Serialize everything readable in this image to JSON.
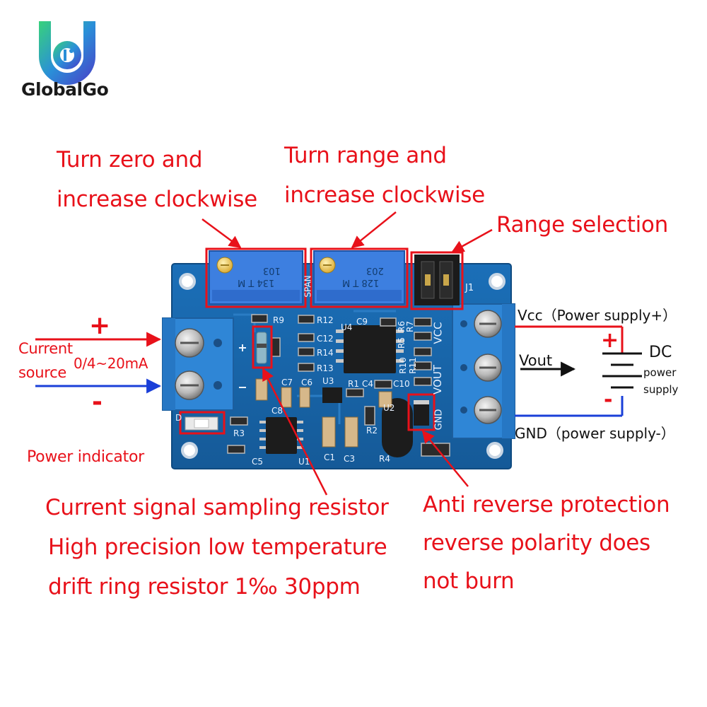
{
  "brand": {
    "name": "GlobalGo"
  },
  "callouts": {
    "zero_line1": "Turn zero and",
    "zero_line2": "increase clockwise",
    "range_line1": "Turn range and",
    "range_line2": "increase clockwise",
    "range_selection": "Range selection",
    "plus_sign": "+",
    "minus_sign": "-",
    "current_source_line1": "Current",
    "current_source_line2": "source",
    "current_range": "0/4~20mA",
    "power_indicator": "Power indicator",
    "vcc": "Vcc（Power supply+）",
    "vout": "Vout",
    "gnd": "GND（power supply-）",
    "dc": "DC",
    "dc_power": "power",
    "dc_supply": "supply",
    "sampling_line1": "Current signal sampling resistor",
    "sampling_line2": "High precision low temperature",
    "sampling_line3": "drift ring resistor 1‰ 30ppm",
    "anti_line1": "Anti reverse protection",
    "anti_line2": "reverse polarity does",
    "anti_line3": "not burn"
  },
  "pcb": {
    "pot1_marking_1": "103",
    "pot1_marking_2": "134 T M",
    "pot2_marking_1": "203",
    "pot2_marking_2": "128 T M",
    "span": "SPAN",
    "j1": "J1",
    "vcc": "VCC",
    "vout": "VOUT",
    "gnd": "GND",
    "refs": {
      "r9": "R9",
      "r12": "R12",
      "c12": "C12",
      "r14": "R14",
      "r13": "R13",
      "u4": "U4",
      "c9": "C9",
      "r6": "R6",
      "r5": "R5",
      "r7": "R7",
      "r10": "R10",
      "r11": "R11",
      "c7": "C7",
      "c6": "C6",
      "u3": "U3",
      "r1": "R1",
      "c4": "C4",
      "c10": "C10",
      "r2": "R2",
      "u2": "U2",
      "c8": "C8",
      "r3": "R3",
      "c5": "C5",
      "u1": "U1",
      "c1": "C1",
      "c3": "C3",
      "r4": "R4",
      "d1": "D"
    }
  },
  "colors": {
    "label_red": "#e8111a",
    "arrow_blue": "#1a3fd8",
    "pcb_blue": "#1d63a8",
    "terminal_blue": "#2f86d6",
    "pot_blue": "#3d7fe0"
  }
}
